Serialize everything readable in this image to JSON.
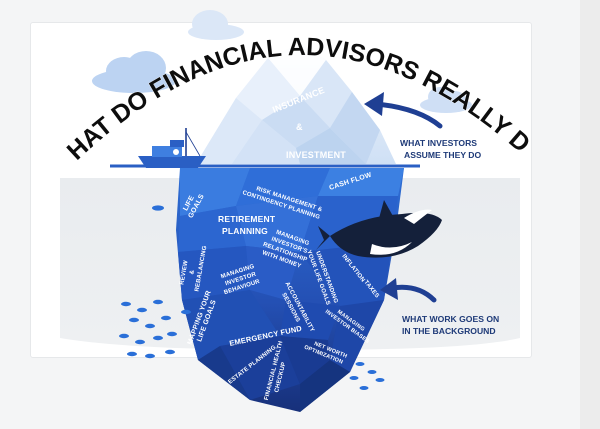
{
  "title": "WHAT DO FINANCIAL ADVISORS REALLY DO?",
  "above_water": {
    "labels": [
      "INSURANCE",
      "&",
      "INVESTMENT"
    ],
    "note": [
      "WHAT INVESTORS",
      "ASSUME THEY DO"
    ]
  },
  "below_water": {
    "labels": {
      "cash_flow": "CASH FLOW",
      "risk": [
        "RISK MANAGEMENT &",
        "CONTINGENCY PLANNING"
      ],
      "life_goals": [
        "LIFE",
        "GOALS"
      ],
      "retirement": [
        "RETIREMENT",
        "PLANNING"
      ],
      "relationship": [
        "MANAGING",
        "INVESTOR'S",
        "RELATIONSHIP",
        "WITH MONEY"
      ],
      "inflation": "INFLATION",
      "review": [
        "REVIEW",
        "&",
        "REBALANCING"
      ],
      "understanding": [
        "UNDERSTANDING",
        "YOUR LIFE GOALS"
      ],
      "behaviour": [
        "MANAGING",
        "INVESTOR",
        "BEHAVIOUR"
      ],
      "taxes": "TAXES",
      "mapping": [
        "MAPPING YOUR",
        "LIFE GOALS"
      ],
      "accountability": [
        "ACCOUNTABILITY",
        "SESSIONS"
      ],
      "biases": [
        "MANAGING",
        "INVESTOR BIASES"
      ],
      "emergency": "EMERGENCY FUND",
      "net_worth": [
        "NET WORTH",
        "OPTIMIZATION"
      ],
      "estate": "ESTATE PLANNING",
      "checkup": [
        "FINANCIAL HEALTH",
        "CHECKUP"
      ]
    },
    "note": [
      "WHAT WORK GOES ON",
      "IN THE BACKGROUND"
    ]
  },
  "colors": {
    "deep_blue": "#1f3f93",
    "mid_blue": "#2a5fc4",
    "light_blue": "#4f8fe6",
    "ice_light": "#dbe8f8",
    "navy_text": "#1e3a78",
    "sky": "#bcd3f2"
  },
  "icons": [
    "boat-icon",
    "orca-icon",
    "fish-icon",
    "cloud-icon",
    "arrow-icon"
  ]
}
